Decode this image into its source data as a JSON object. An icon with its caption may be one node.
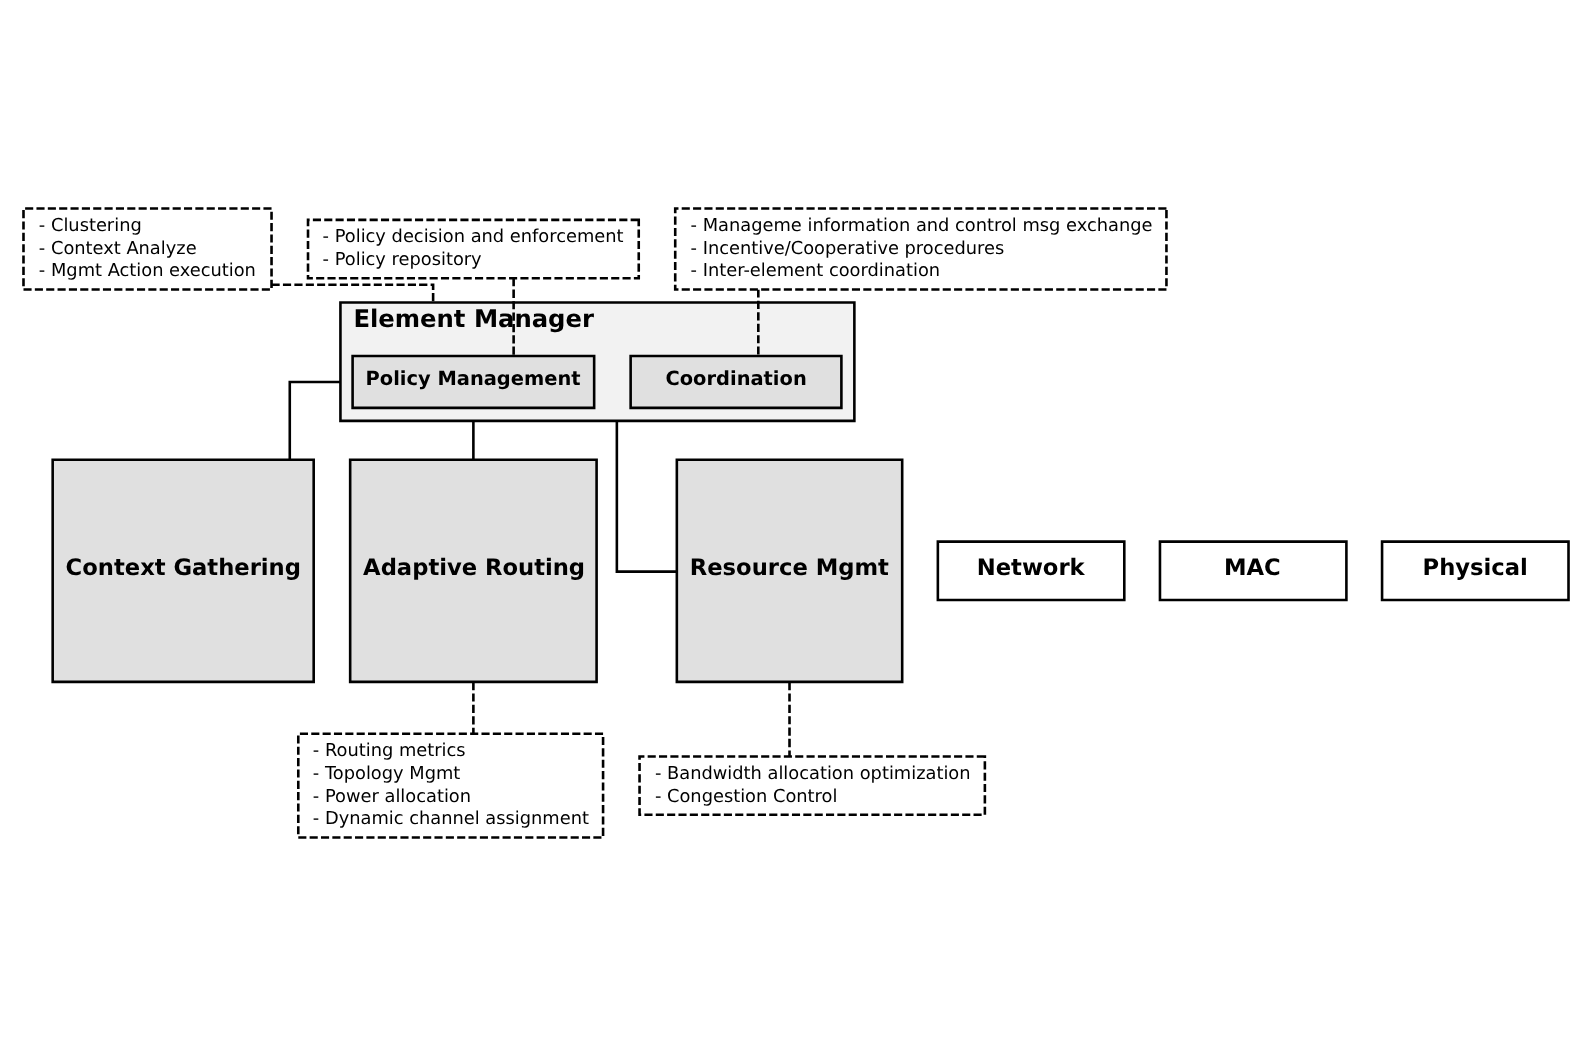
{
  "diagram": {
    "nodes": [
      {
        "text": [
          "Element Manager"
        ]
      },
      {
        "text": [
          "Policy Management"
        ],
        "in": 0
      },
      {
        "text": [
          "Coordination"
        ],
        "in": 0
      },
      {
        "text": [
          "Context Gathering"
        ]
      },
      {
        "text": [
          "Network"
        ]
      },
      {
        "text": [
          "MAC"
        ]
      },
      {
        "text": [
          "Physical"
        ]
      },
      {
        "text": [
          "Adaptive Routing"
        ]
      },
      {
        "text": [
          "Resource Mgmt"
        ]
      },
      {
        "text": [
          "- Clustering",
          "- Context Analyze",
          "- Mgmt Action execution"
        ]
      },
      {
        "text": [
          "- Policy decision and enforcement",
          "- Policy repository"
        ]
      },
      {
        "text": [
          "- Manageme information and control msg exchange",
          "- Incentive/Cooperative procedures",
          "- Inter-element coordination"
        ]
      },
      {
        "text": [
          "- Routing metrics",
          "- Topology Mgmt",
          "- Power allocation",
          "- Dynamic channel assignment"
        ]
      },
      {
        "text": [
          "- Bandwidth allocation optimization",
          "- Congestion Control"
        ]
      }
    ],
    "edges": [
      {
        "from": 0,
        "to": 3,
        "arrow": "none"
      },
      {
        "from": 0,
        "to": 7,
        "arrow": "none"
      },
      {
        "from": 0,
        "to": 8,
        "arrow": "none"
      },
      {
        "from": 9,
        "to": 0,
        "arrow": "none",
        "style": "dashed"
      },
      {
        "from": 10,
        "to": 1,
        "arrow": "none",
        "style": "dashed"
      },
      {
        "from": 11,
        "to": 2,
        "arrow": "none",
        "style": "dashed"
      },
      {
        "from": 7,
        "to": 12,
        "arrow": "none",
        "style": "dashed"
      },
      {
        "from": 8,
        "to": 13,
        "arrow": "none",
        "style": "dashed"
      }
    ]
  }
}
